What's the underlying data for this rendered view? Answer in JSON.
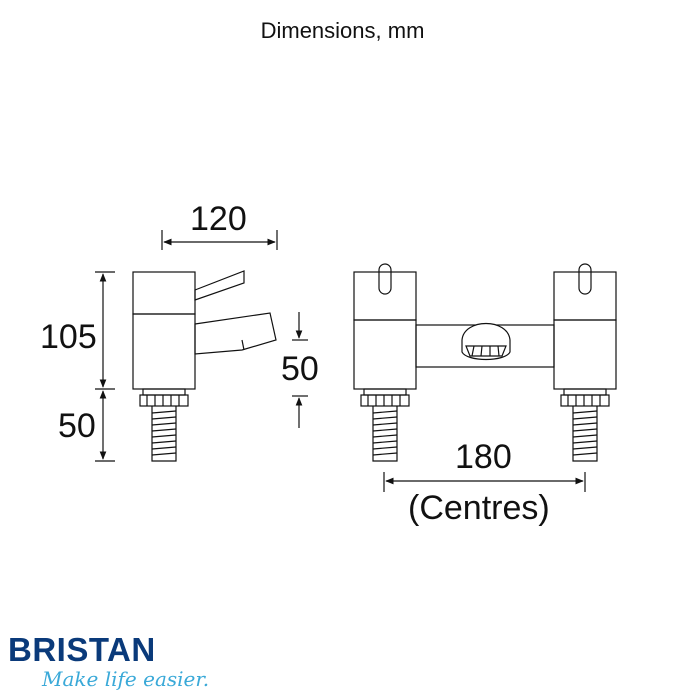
{
  "title": "Dimensions, mm",
  "dimensions": {
    "width_side": "120",
    "height_body": "105",
    "height_tail": "50",
    "spout_height": "50",
    "centres": "180",
    "centres_note": "(Centres)"
  },
  "brand": {
    "name": "BRISTAN",
    "tagline": "Make life easier.",
    "name_color": "#0a3a7a",
    "tagline_color": "#3aa9d8"
  }
}
